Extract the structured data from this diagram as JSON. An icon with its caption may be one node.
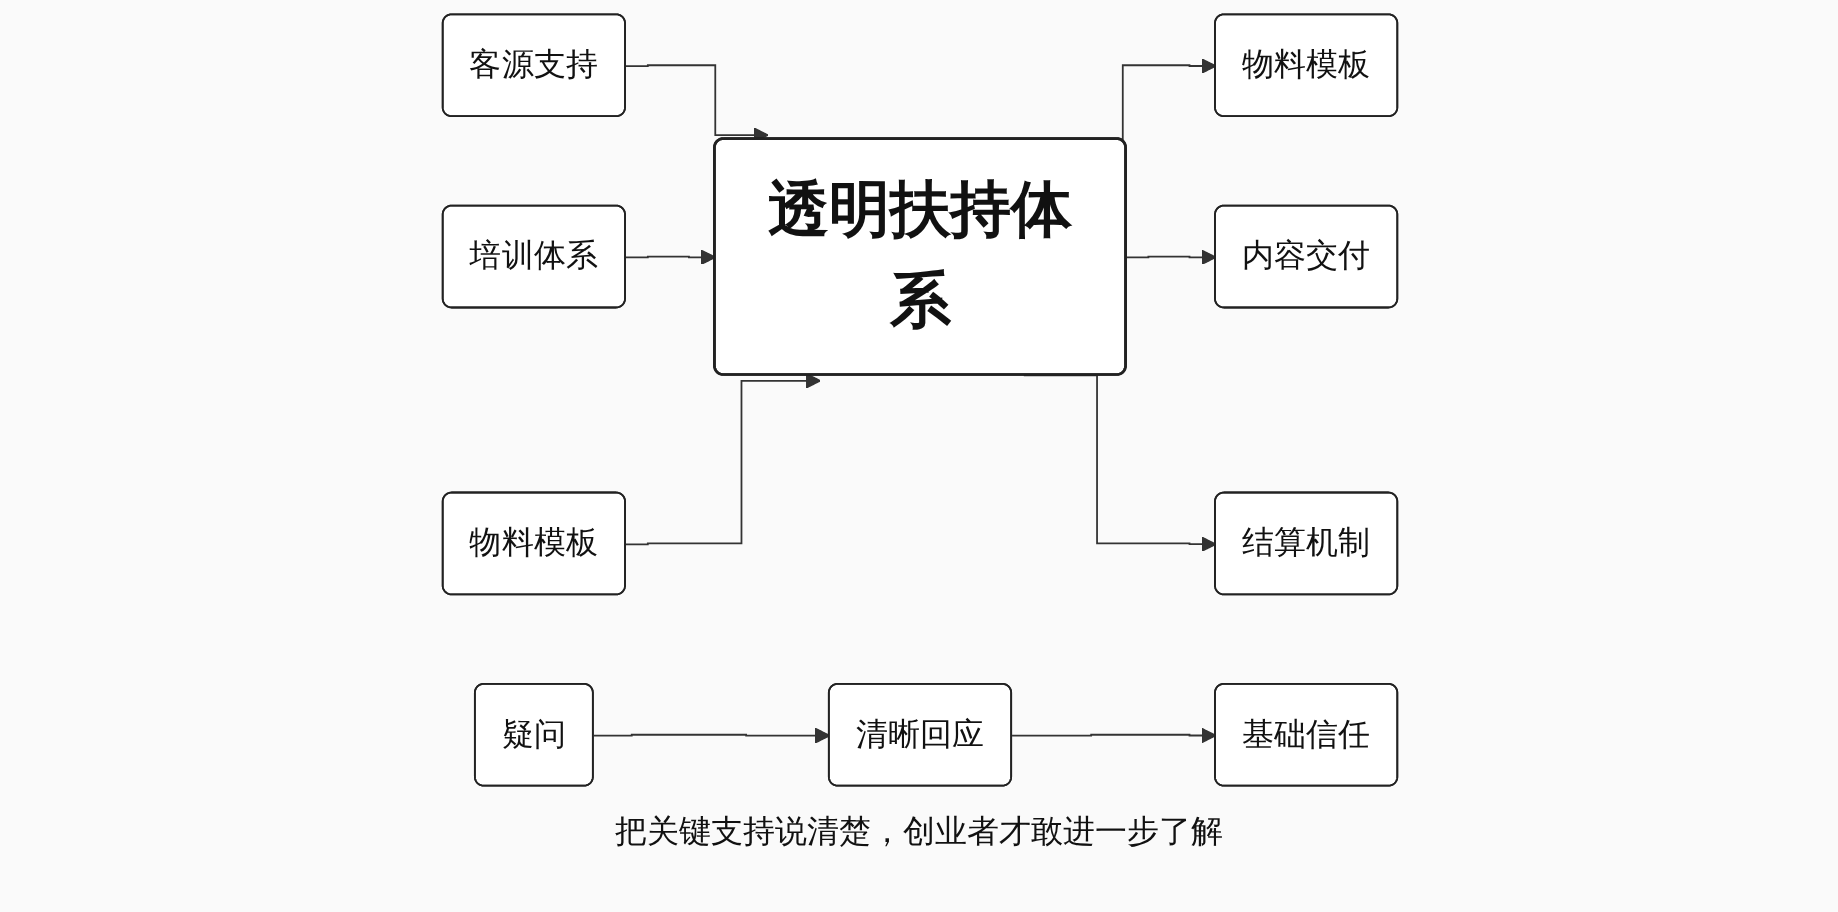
{
  "diagram": {
    "caption": "把关键支持说清楚，创业者才敢进一步了解",
    "nodes": [
      {
        "text": [
          "透明扶持体系"
        ]
      },
      {
        "text": [
          "客源支持"
        ]
      },
      {
        "text": [
          "培训体系"
        ]
      },
      {
        "text": [
          "物料模板"
        ]
      },
      {
        "text": [
          "物料模板"
        ]
      },
      {
        "text": [
          "内容交付"
        ]
      },
      {
        "text": [
          "结算机制"
        ]
      },
      {
        "text": [
          "疑问"
        ]
      },
      {
        "text": [
          "清晰回应"
        ]
      },
      {
        "text": [
          "基础信任"
        ]
      }
    ],
    "edges": [
      {
        "from": 1,
        "to": 0,
        "arrow": "to"
      },
      {
        "from": 2,
        "to": 0,
        "arrow": "to"
      },
      {
        "from": 3,
        "to": 0,
        "arrow": "to"
      },
      {
        "from": 0,
        "to": 4,
        "arrow": "to"
      },
      {
        "from": 0,
        "to": 5,
        "arrow": "to"
      },
      {
        "from": 0,
        "to": 6,
        "arrow": "to"
      },
      {
        "from": 7,
        "to": 8,
        "arrow": "to"
      },
      {
        "from": 8,
        "to": 9,
        "arrow": "to"
      }
    ]
  }
}
